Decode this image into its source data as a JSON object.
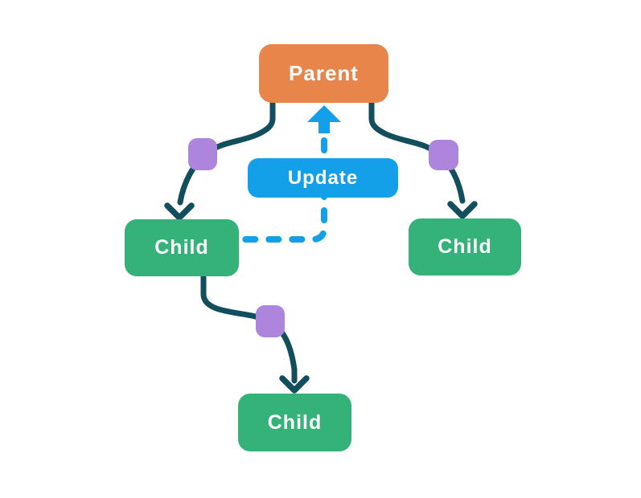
{
  "diagram": {
    "type": "flow-diagram",
    "nodes": {
      "parent": {
        "label": "Parent",
        "color": "#E8854B",
        "shape": "rounded-rectangle"
      },
      "update": {
        "label": "Update",
        "color": "#14A0E8",
        "shape": "rounded-rectangle"
      },
      "child_left": {
        "label": "Child",
        "color": "#35B279",
        "shape": "rounded-rectangle"
      },
      "child_right": {
        "label": "Child",
        "color": "#35B279",
        "shape": "rounded-rectangle"
      },
      "child_bottom": {
        "label": "Child",
        "color": "#35B279",
        "shape": "rounded-rectangle"
      }
    },
    "edges": [
      {
        "from": "parent",
        "to": "child_left",
        "style": "solid-curve",
        "color": "#114F5E",
        "marker": "purple-rounded-square"
      },
      {
        "from": "parent",
        "to": "child_right",
        "style": "solid-curve",
        "color": "#114F5E",
        "marker": "purple-rounded-square"
      },
      {
        "from": "child_left",
        "to": "child_bottom",
        "style": "solid-curve",
        "color": "#114F5E",
        "marker": "purple-rounded-square"
      },
      {
        "from": "child_left",
        "to": "parent",
        "style": "dashed-curve",
        "color": "#14A0E8",
        "passes_behind": "update"
      }
    ]
  },
  "colors": {
    "orange": "#E8854B",
    "green": "#35B279",
    "blue": "#14A0E8",
    "purple": "#AE85DD",
    "teal": "#114F5E",
    "text": "#FFFFFF",
    "background": "#FFFFFF"
  }
}
